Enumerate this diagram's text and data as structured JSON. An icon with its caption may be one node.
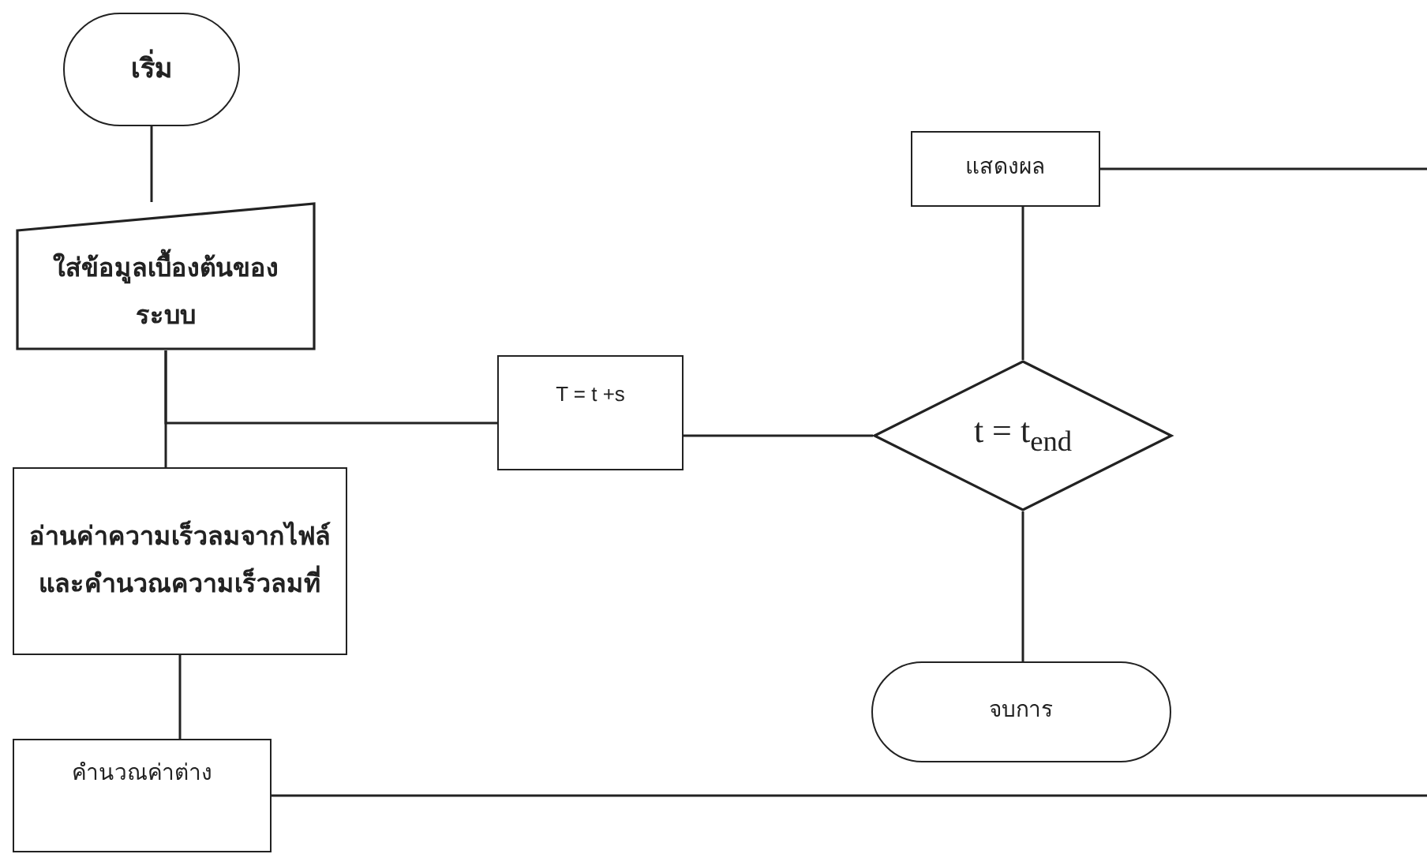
{
  "diagram": {
    "nodes": [
      {
        "text": [
          "เริ่ม"
        ]
      },
      {
        "text": [
          "ใส่ข้อมูลเบื้องต้นของระบบ"
        ]
      },
      {
        "text": [
          "อ่านค่าความเร็วลมจากไฟล์และคำนวณความเร็วลมที่"
        ]
      },
      {
        "text": [
          "คำนวณค่าต่าง"
        ]
      },
      {
        "text": [
          "T = t +s"
        ]
      },
      {
        "text": [
          "t = t$_{end}$"
        ]
      },
      {
        "text": [
          "แสดงผล"
        ]
      },
      {
        "text": [
          "จบการ"
        ]
      }
    ],
    "edges": [
      {
        "from": 0,
        "to": 1,
        "arrow": "none"
      },
      {
        "from": 1,
        "to": 2,
        "arrow": "none"
      },
      {
        "from": 1,
        "to": 4,
        "arrow": "none"
      },
      {
        "from": 2,
        "to": 3,
        "arrow": "none"
      },
      {
        "from": 4,
        "to": 5,
        "arrow": "none"
      },
      {
        "from": 5,
        "to": 6,
        "arrow": "none"
      },
      {
        "from": 5,
        "to": 7,
        "arrow": "none"
      },
      {
        "from": 3,
        "to": null,
        "arrow": "none"
      },
      {
        "from": 6,
        "to": null,
        "arrow": "none"
      }
    ]
  }
}
